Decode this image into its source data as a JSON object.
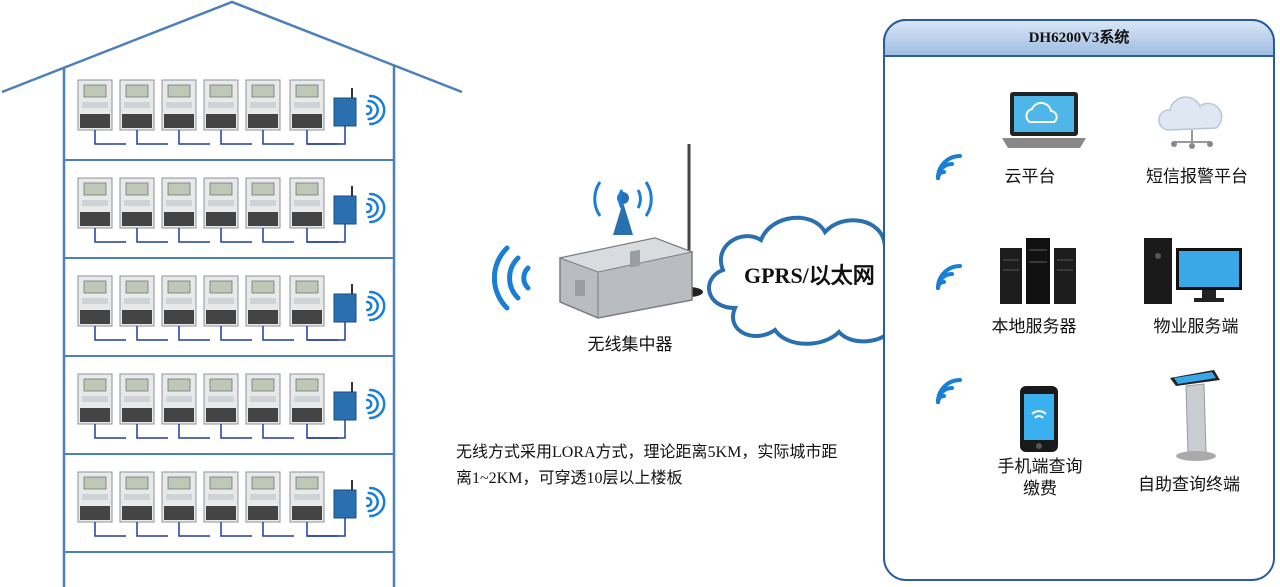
{
  "system_panel": {
    "title": "DH6200V3系统"
  },
  "concentrator": {
    "label": "无线集中器"
  },
  "network": {
    "label": "GPRS/以太网"
  },
  "description": "无线方式采用LORA方式，理论距离5KM，实际城市距离1~2KM，可穿透10层以上楼板",
  "platforms": [
    {
      "label": "云平台",
      "icon": "laptop-cloud-icon"
    },
    {
      "label": "短信报警平台",
      "icon": "cloud-network-icon"
    },
    {
      "label": "本地服务器",
      "icon": "server-icon"
    },
    {
      "label": "物业服务端",
      "icon": "desktop-computer-icon"
    },
    {
      "label": "手机端查询缴费",
      "icon": "smartphone-icon"
    },
    {
      "label": "自助查询终端",
      "icon": "kiosk-terminal-icon"
    }
  ],
  "building": {
    "floors": 5,
    "meters_per_floor": 6
  },
  "colors": {
    "accent": "#2a6fb0",
    "wifi": "#1a7fd4",
    "wire": "#1f3fa0",
    "panel_header": "#a9c4e6"
  }
}
